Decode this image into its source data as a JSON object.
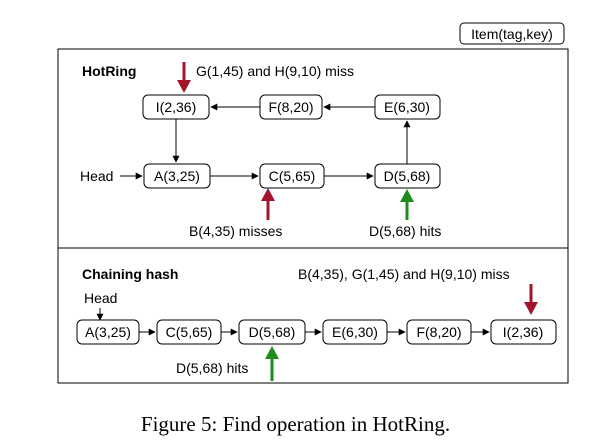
{
  "legend": "Item(tag,key)",
  "hotring": {
    "title": "HotRing",
    "head_label": "Head",
    "items": [
      "I(2,36)",
      "F(8,20)",
      "E(6,30)",
      "A(3,25)",
      "C(5,65)",
      "D(5,68)"
    ],
    "miss_note_top": "G(1,45) and H(9,10) miss",
    "miss_note_bottom": "B(4,35) misses",
    "hit_note": "D(5,68) hits"
  },
  "chaining": {
    "title": "Chaining hash",
    "head_label": "Head",
    "items": [
      "A(3,25)",
      "C(5,65)",
      "D(5,68)",
      "E(6,30)",
      "F(8,20)",
      "I(2,36)"
    ],
    "miss_note": "B(4,35), G(1,45) and H(9,10) miss",
    "hit_note": "D(5,68) hits"
  },
  "caption": "Figure 5: Find operation in HotRing.",
  "colors": {
    "miss_arrow": "#a3152a",
    "hit_arrow": "#1d8c1d"
  }
}
